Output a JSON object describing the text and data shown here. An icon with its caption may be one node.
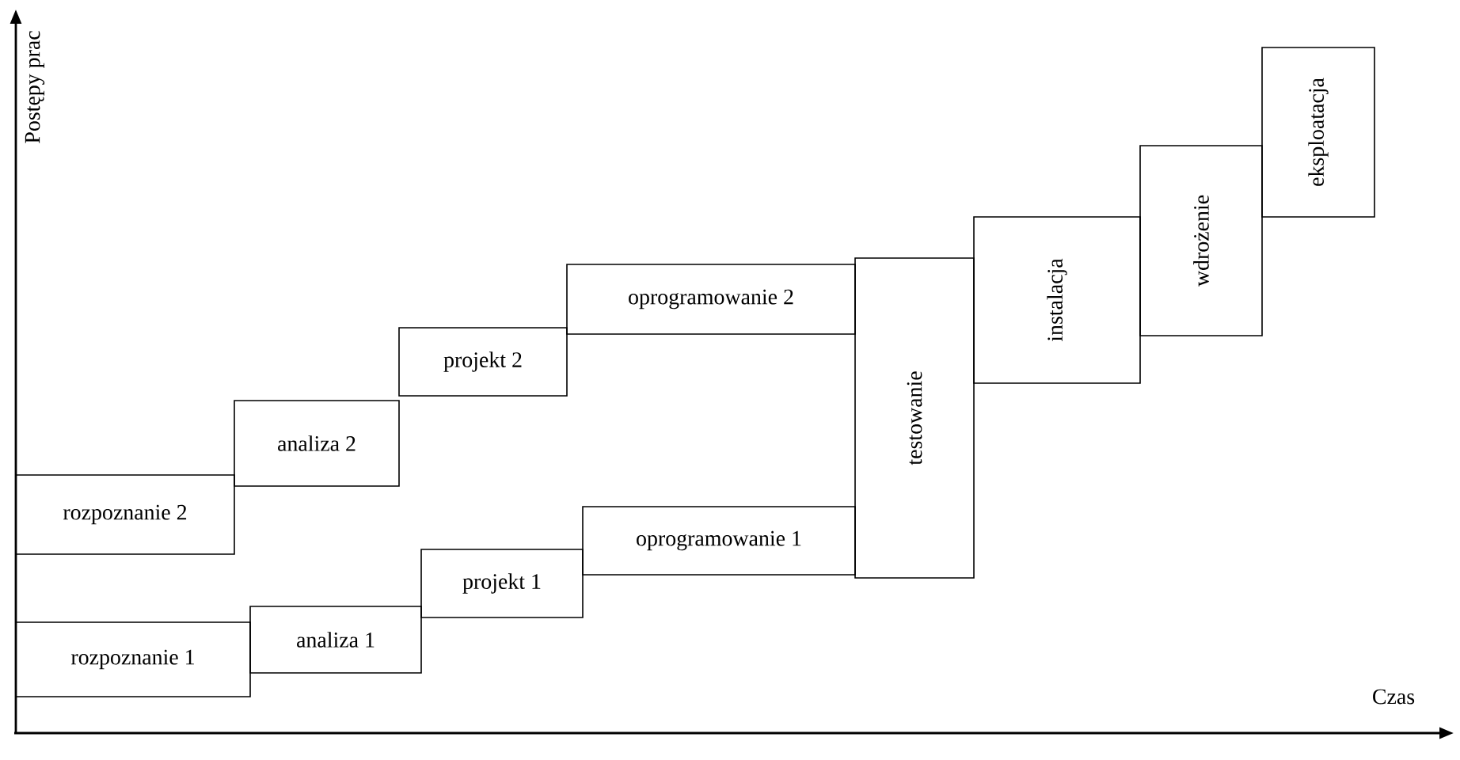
{
  "diagram": {
    "nodes": [
      {
        "text": [
          "rozpoznanie 2"
        ]
      },
      {
        "text": [
          "analiza 2"
        ]
      },
      {
        "text": [
          "projekt 2"
        ]
      },
      {
        "text": [
          "oprogramowanie 2"
        ]
      },
      {
        "text": [
          "rozpoznanie 1"
        ]
      },
      {
        "text": [
          "analiza 1"
        ]
      },
      {
        "text": [
          "projekt 1"
        ]
      },
      {
        "text": [
          "oprogramowanie 1"
        ]
      },
      {
        "text": [
          "testowanie"
        ]
      },
      {
        "text": [
          "instalacja"
        ]
      },
      {
        "text": [
          "wdrożenie"
        ]
      },
      {
        "text": [
          "eksploatacja"
        ]
      }
    ],
    "labels": [
      "Postępy prac",
      "Czas"
    ]
  }
}
